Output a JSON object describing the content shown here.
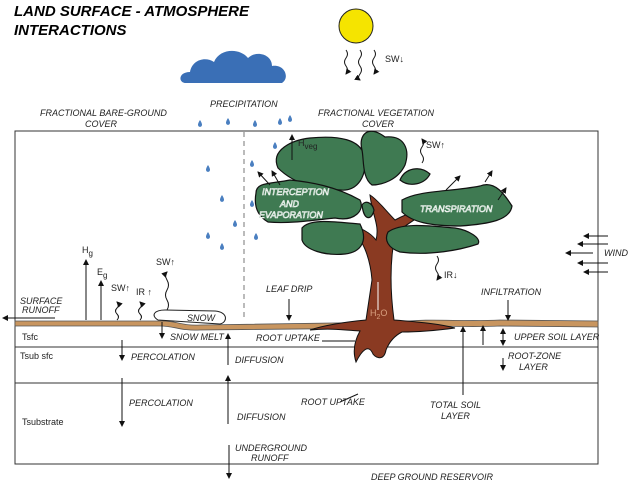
{
  "title": {
    "line1": "LAND SURFACE - ATMOSPHERE",
    "line2": "INTERACTIONS"
  },
  "colors": {
    "cloud": "#3a6fb6",
    "sun": "#f5e400",
    "foliage": "#3f7a52",
    "trunk": "#8a3a22",
    "soil_surface": "#c8955f",
    "raindrop": "#4a7fc0"
  },
  "labels": {
    "sw_down": "SW↓",
    "precipitation": "PRECIPITATION",
    "bare_ground_1": "FRACTIONAL BARE-GROUND",
    "bare_ground_2": "COVER",
    "veg_cover_1": "FRACTIONAL VEGETATION",
    "veg_cover_2": "COVER",
    "h_veg": "H",
    "h_veg_sub": "veg",
    "sw_up_tree": "SW↑",
    "interception_1": "INTERCEPTION",
    "interception_2": "AND",
    "interception_3": "EVAPORATION",
    "transpiration": "TRANSPIRATION",
    "wind": "WIND",
    "ir_down": "IR↓",
    "h_g": "H",
    "h_g_sub": "g",
    "e_g": "E",
    "e_g_sub": "g",
    "sw_up_ground": "SW↑",
    "ir_up": "IR ↑",
    "sw_up_snow": "SW↑",
    "surface_runoff_1": "SURFACE",
    "surface_runoff_2": "RUNOFF",
    "snow": "SNOW",
    "leaf_drip": "LEAF DRIP",
    "h2o": "H",
    "h2o_sub": "2",
    "h2o_end": "O",
    "infiltration": "INFILTRATION",
    "upper_soil_layer": "UPPER SOIL LAYER",
    "tsfc": "Tsfc",
    "snow_melt": "SNOW MELT",
    "root_uptake_1": "ROOT UPTAKE",
    "tsub_sfc": "Tsub sfc",
    "percolation_1": "PERCOLATION",
    "diffusion_1": "DIFFUSION",
    "root_zone_1": "ROOT-ZONE",
    "root_zone_2": "LAYER",
    "tsubstrate": "Tsubstrate",
    "percolation_2": "PERCOLATION",
    "diffusion_2": "DIFFUSION",
    "root_uptake_2": "ROOT UPTAKE",
    "total_soil_1": "TOTAL SOIL",
    "total_soil_2": "LAYER",
    "underground_runoff_1": "UNDERGROUND",
    "underground_runoff_2": "RUNOFF",
    "deep_ground": "DEEP GROUND RESERVOIR"
  }
}
